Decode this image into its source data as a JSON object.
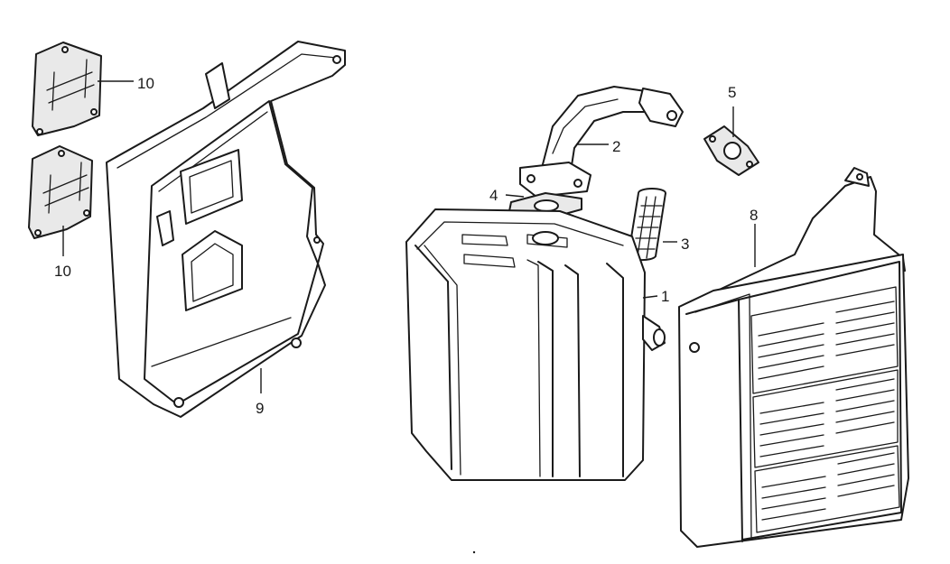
{
  "callouts": {
    "c1": "1",
    "c2": "2",
    "c3": "3",
    "c4": "4",
    "c5": "5",
    "c8": "8",
    "c9": "9",
    "c10a": "10",
    "c10b": "10"
  }
}
